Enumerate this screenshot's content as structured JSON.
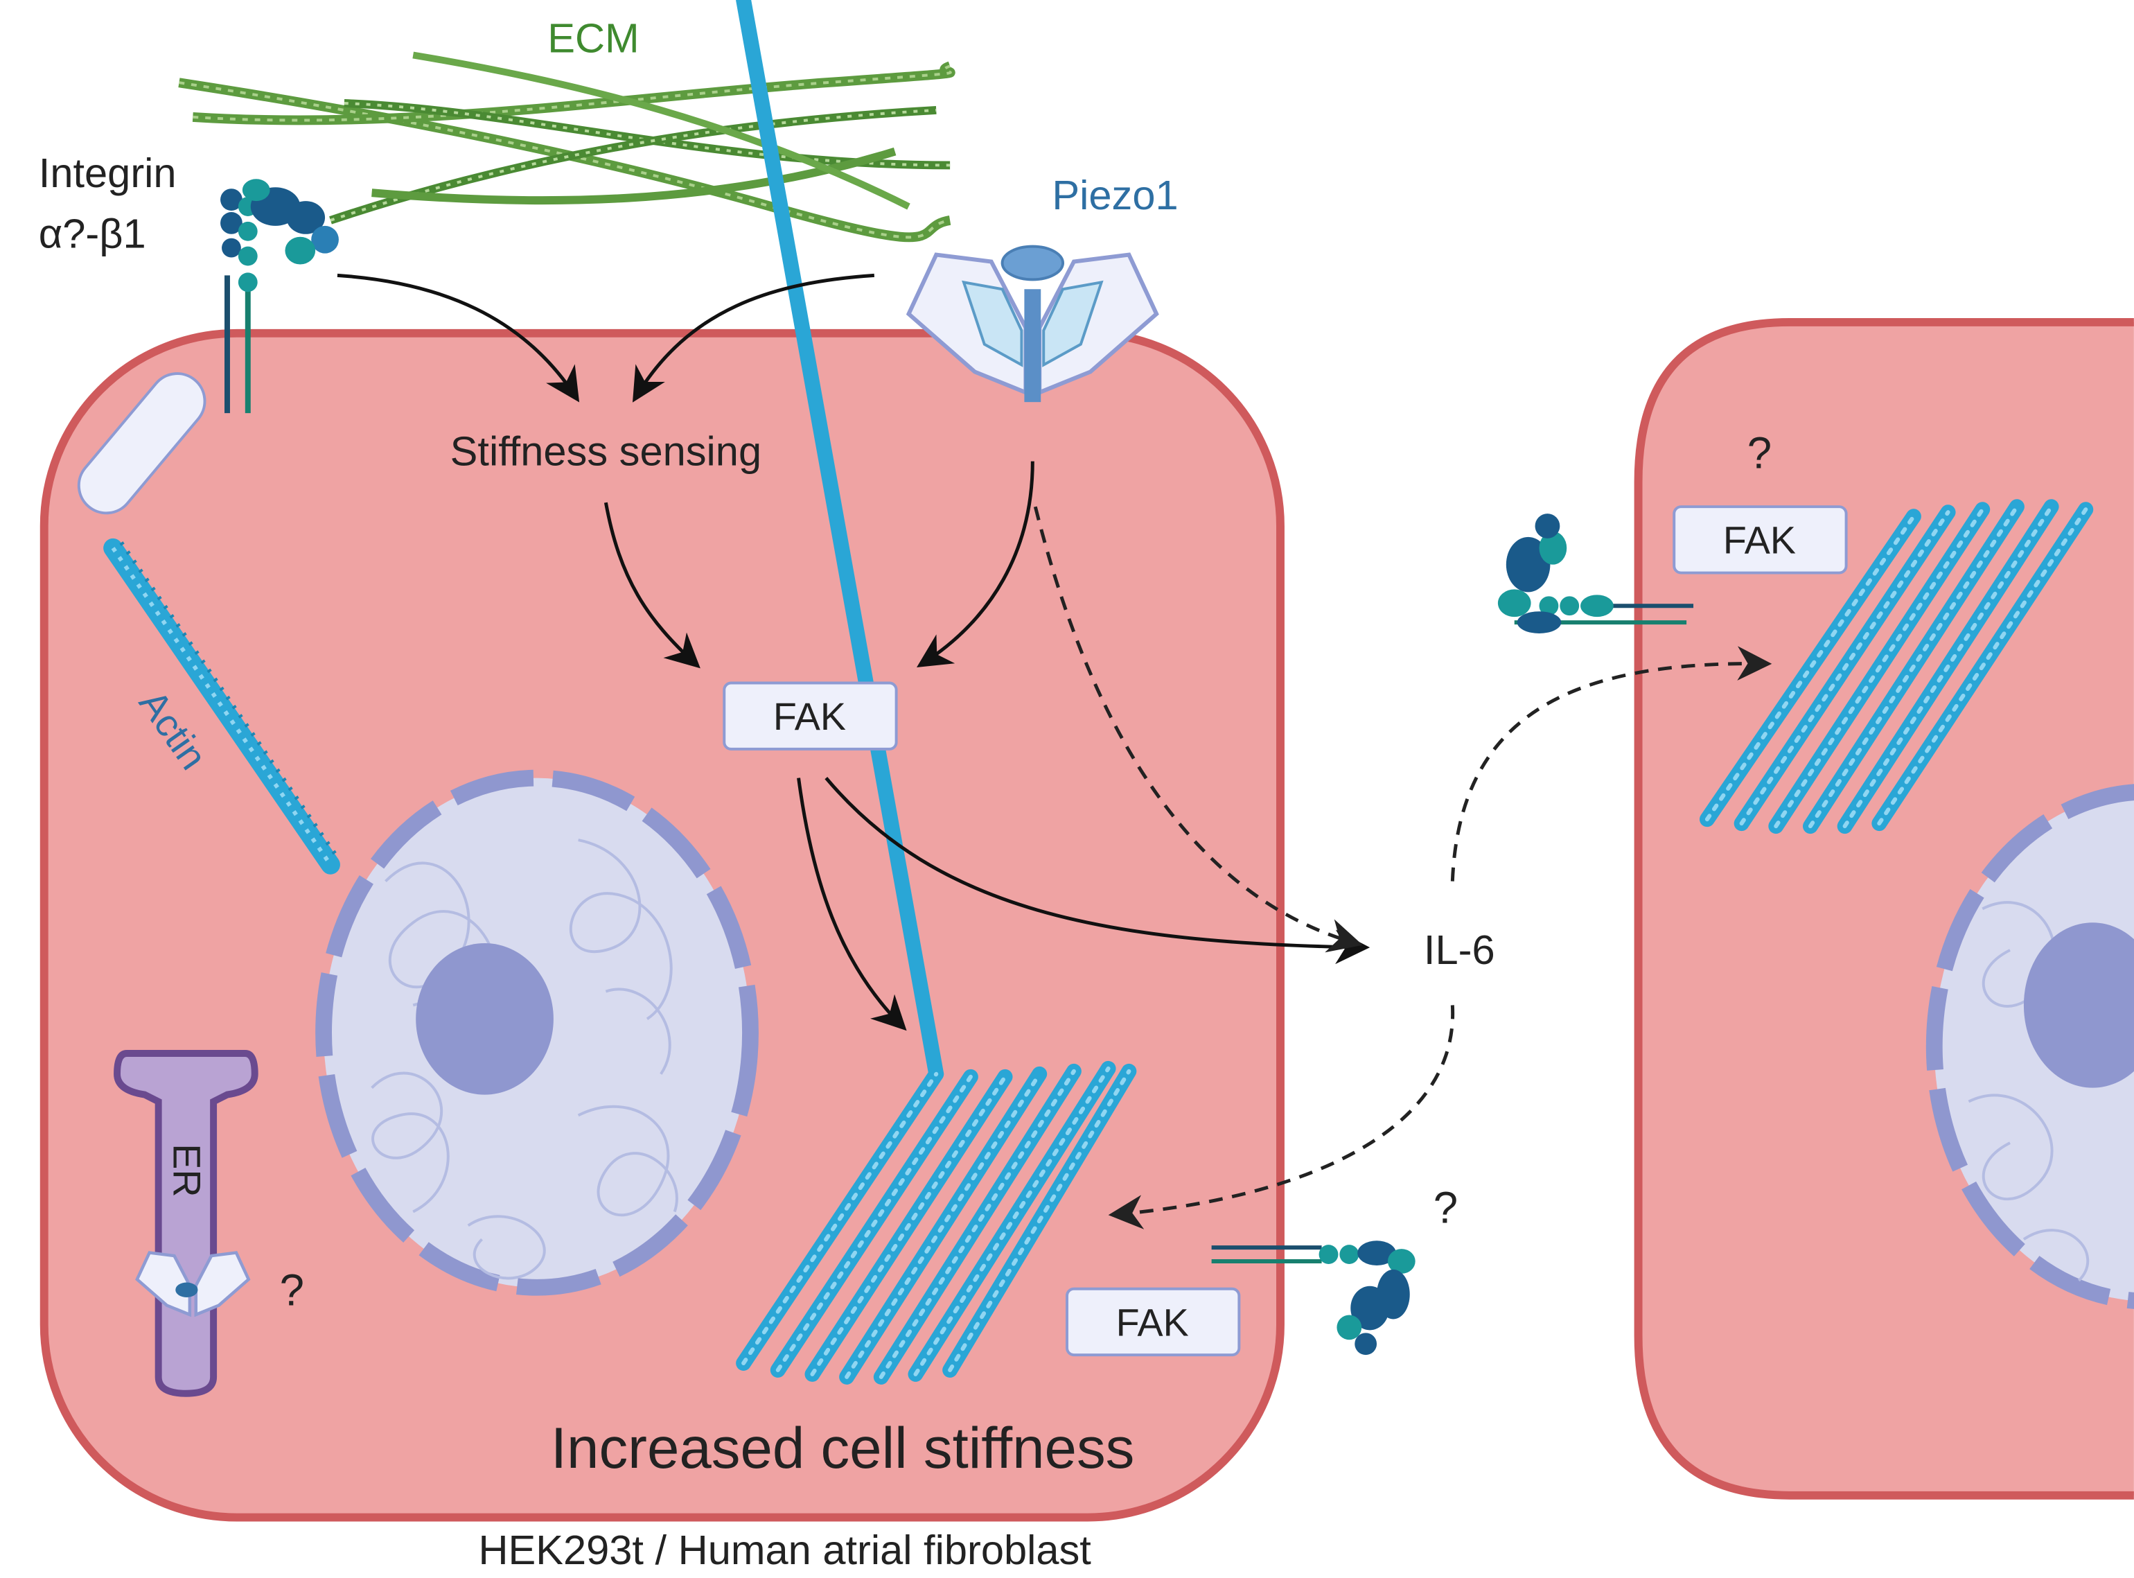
{
  "labels": {
    "ecm": "ECM",
    "integrin_line1": "Integrin",
    "integrin_line2": "α?-β1",
    "piezo1": "Piezo1",
    "stiffness_sensing": "Stiffness sensing",
    "actin": "Actin",
    "fak_main": "FAK",
    "fak_bottom": "FAK",
    "fak_right": "FAK",
    "il6": "IL-6",
    "er": "ER",
    "q_er": "?",
    "q_bottom": "?",
    "q_right": "?",
    "increased_stiffness": "Increased cell stiffness",
    "caption": "HEK293t / Human atrial fibroblast"
  },
  "colors": {
    "cell_fill": "#efa3a3",
    "cell_border": "#cf5a5c",
    "nucleus_fill": "#d8dbef",
    "nucleolus": "#8f97cf",
    "ecm_green": "#3f8a2f",
    "piezo_blue": "#2e6fa3",
    "actin_blue": "#2aa6d6",
    "integrin_dark": "#1a5a8a",
    "integrin_teal": "#1a9a9a",
    "er_fill": "#b9a3d3",
    "er_border": "#6a4a8f",
    "fak_fill": "#eef0fb",
    "fak_border": "#8e9bd3"
  }
}
